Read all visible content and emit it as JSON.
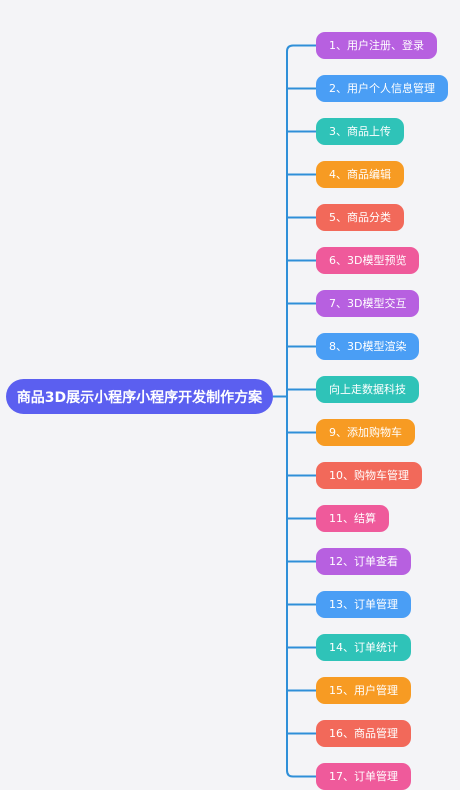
{
  "root": {
    "label": "商品3D展示小程序小程序开发制作方案",
    "color": "#5b5ff0"
  },
  "connector_color": "#2f8fd8",
  "children": [
    {
      "label": "1、用户注册、登录",
      "color": "#b760e0"
    },
    {
      "label": "2、用户个人信息管理",
      "color": "#4a9ef5"
    },
    {
      "label": "3、商品上传",
      "color": "#2fc3b8"
    },
    {
      "label": "4、商品编辑",
      "color": "#f79b23"
    },
    {
      "label": "5、商品分类",
      "color": "#f2695a"
    },
    {
      "label": "6、3D模型预览",
      "color": "#ef5a9b"
    },
    {
      "label": "7、3D模型交互",
      "color": "#b760e0"
    },
    {
      "label": "8、3D模型渲染",
      "color": "#4a9ef5"
    },
    {
      "label": "向上走数据科技",
      "color": "#2fc3b8"
    },
    {
      "label": "9、添加购物车",
      "color": "#f79b23"
    },
    {
      "label": "10、购物车管理",
      "color": "#f2695a"
    },
    {
      "label": "11、结算",
      "color": "#ef5a9b"
    },
    {
      "label": "12、订单查看",
      "color": "#b760e0"
    },
    {
      "label": "13、订单管理",
      "color": "#4a9ef5"
    },
    {
      "label": "14、订单统计",
      "color": "#2fc3b8"
    },
    {
      "label": "15、用户管理",
      "color": "#f79b23"
    },
    {
      "label": "16、商品管理",
      "color": "#f2695a"
    },
    {
      "label": "17、订单管理",
      "color": "#ef5a9b"
    }
  ]
}
